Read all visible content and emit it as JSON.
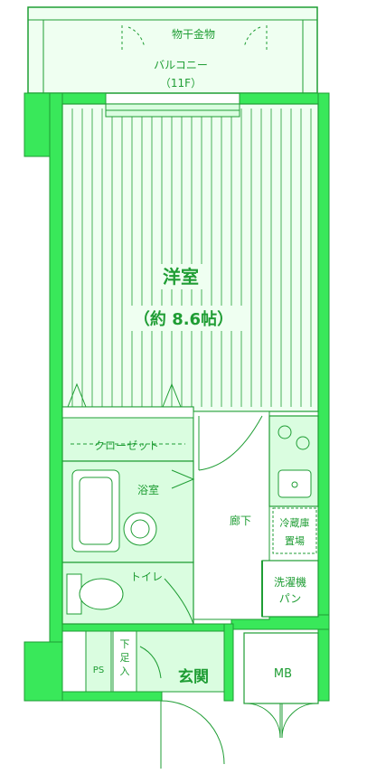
{
  "plan": {
    "colors": {
      "line": "#1f9d34",
      "wall": "#39e85a",
      "fill": "#dafde0",
      "room": "#effff1",
      "background": "#ffffff"
    },
    "labels": {
      "hanger": "物干金物",
      "balcony": "バルコニー",
      "balcony_floor": "（11F）",
      "western_room": "洋室",
      "western_room_size": "（約 8.6帖）",
      "closet": "クローゼット",
      "bath": "浴室",
      "corridor": "廊下",
      "fridge_1": "冷蔵庫",
      "fridge_2": "置場",
      "washer_1": "洗濯機",
      "washer_2": "パン",
      "toilet": "トイレ",
      "ps": "PS",
      "shoe_1": "下",
      "shoe_2": "足",
      "shoe_3": "入",
      "entrance": "玄関",
      "mb": "MB"
    }
  }
}
